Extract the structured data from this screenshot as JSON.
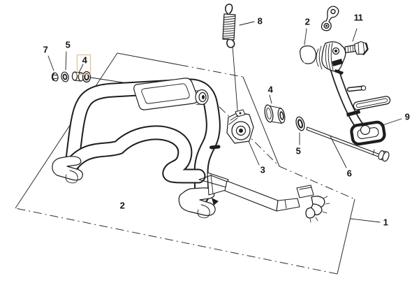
{
  "diagram": {
    "callouts": [
      {
        "label": "7"
      },
      {
        "label": "5"
      },
      {
        "label": "4"
      },
      {
        "label": "8"
      },
      {
        "label": "2"
      },
      {
        "label": "11"
      },
      {
        "label": "4"
      },
      {
        "label": "5"
      },
      {
        "label": "3"
      },
      {
        "label": "6"
      },
      {
        "label": "9"
      },
      {
        "label": "1"
      },
      {
        "label": "2"
      }
    ],
    "highlighted_callout": "4"
  },
  "colors": {
    "background": "#ffffff",
    "line": "#1d1d1d",
    "highlight": "#e8c49a"
  }
}
